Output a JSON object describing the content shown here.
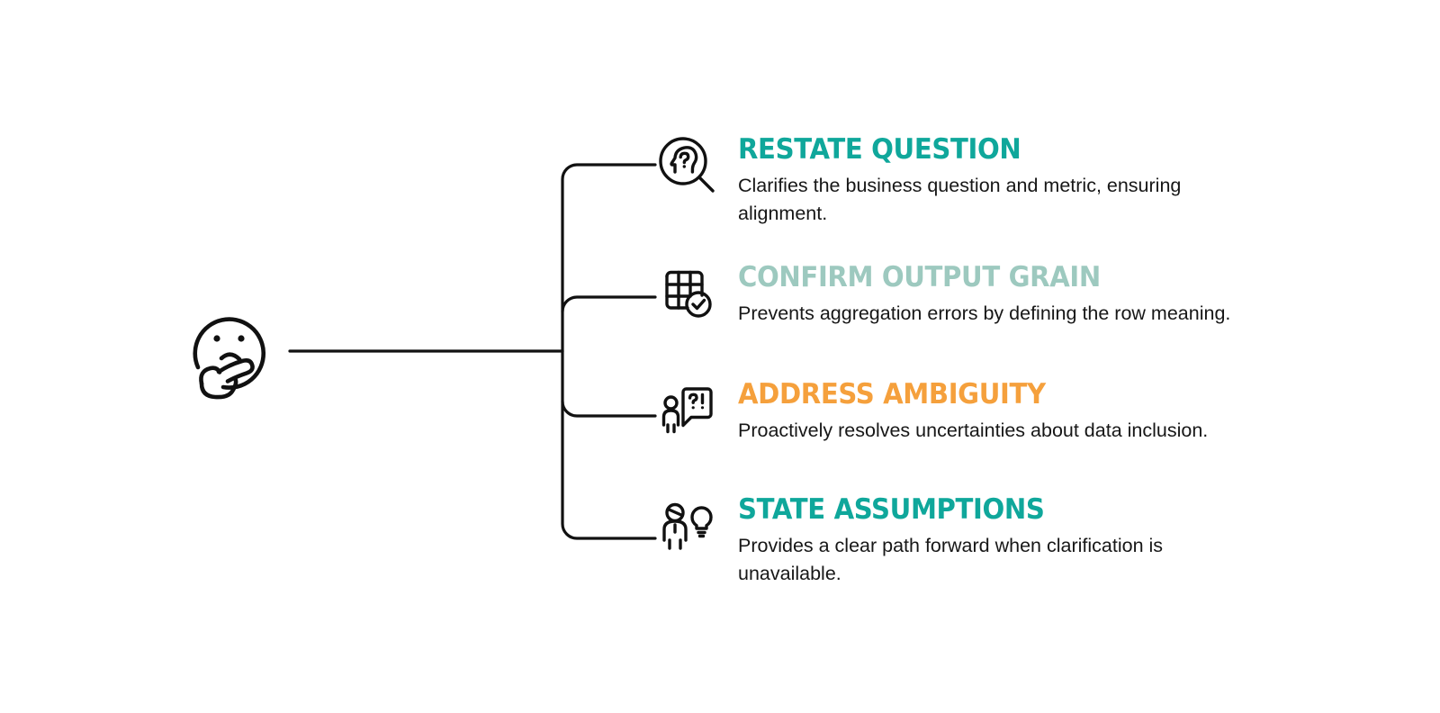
{
  "diagram": {
    "type": "bracket-tree",
    "root": {
      "icon": "thinking-face-icon",
      "label": ""
    },
    "line_color": "#111111",
    "background": "#ffffff",
    "branches": [
      {
        "icon": "head-question-magnifier-icon",
        "title": "RESTATE QUESTION",
        "title_color": "#0FA79B",
        "description": "Clarifies the business question and metric, ensuring alignment."
      },
      {
        "icon": "table-grid-check-icon",
        "title": "CONFIRM OUTPUT GRAIN",
        "title_color": "#9DC9BF",
        "description": "Prevents aggregation errors by defining the row meaning."
      },
      {
        "icon": "person-question-exclamation-bubble-icon",
        "title": "ADDRESS AMBIGUITY",
        "title_color": "#F5A03C",
        "description": "Proactively resolves uncertainties about data inclusion."
      },
      {
        "icon": "person-lightbulb-icon",
        "title": "STATE ASSUMPTIONS",
        "title_color": "#0FA79B",
        "description": "Provides a clear path forward when clarification is unavailable."
      }
    ]
  }
}
